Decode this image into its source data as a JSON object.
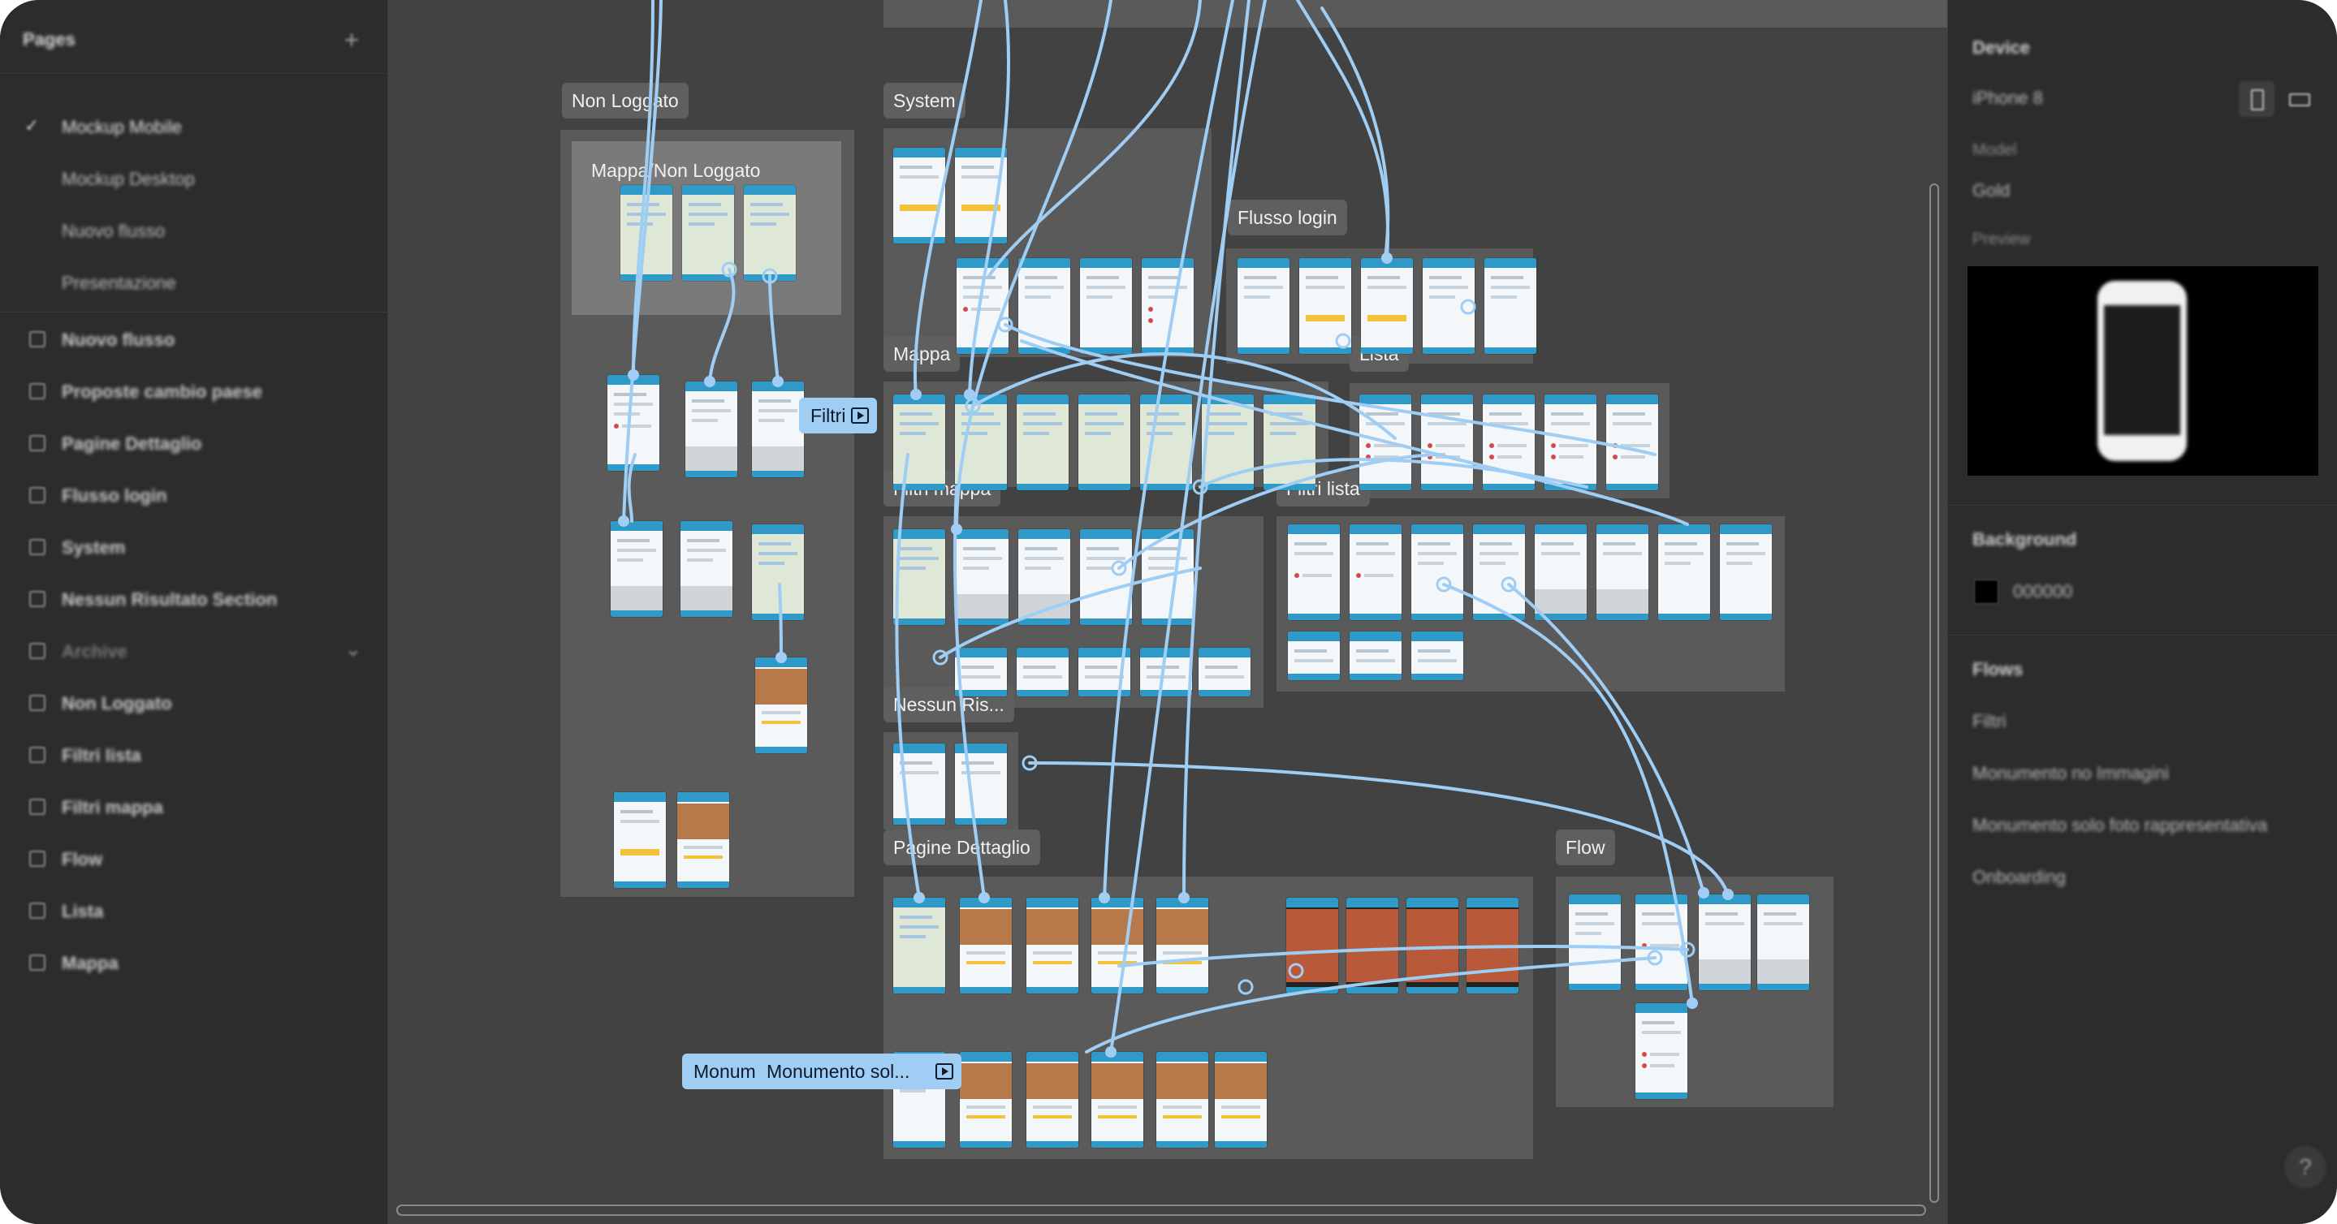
{
  "left_panel": {
    "title": "Pages",
    "pages": [
      {
        "label": "Mockup Mobile",
        "active": true
      },
      {
        "label": "Mockup Desktop",
        "active": false
      },
      {
        "label": "Nuovo flusso",
        "active": false
      },
      {
        "label": "Presentazione",
        "active": false
      }
    ],
    "layers": [
      {
        "label": "Nuovo flusso"
      },
      {
        "label": "Proposte cambio paese"
      },
      {
        "label": "Pagine Dettaglio"
      },
      {
        "label": "Flusso login"
      },
      {
        "label": "System"
      },
      {
        "label": "Nessun Risultato Section"
      },
      {
        "label": "Archive"
      },
      {
        "label": "Non Loggato"
      },
      {
        "label": "Filtri lista"
      },
      {
        "label": "Filtri mappa"
      },
      {
        "label": "Flow"
      },
      {
        "label": "Lista"
      },
      {
        "label": "Mappa"
      }
    ]
  },
  "canvas": {
    "sections": {
      "non_loggato": "Non Loggato",
      "mappa_non_loggato": "Mappa/Non Loggato",
      "system": "System",
      "flusso_login": "Flusso login",
      "mappa": "Mappa",
      "lista": "Lista",
      "filtri_mappa": "Filtri mappa",
      "filtri_lista": "Filtri lista",
      "nessun_risultato": "Nessun Ris...",
      "pagine_dettaglio": "Pagine Dettaglio",
      "flow": "Flow"
    },
    "flow_tags": {
      "filtri": "Filtri",
      "monumento_a": "Monum",
      "monumento_b": "Monumento sol..."
    }
  },
  "right_panel": {
    "device_title": "Device",
    "device_value": "iPhone 8",
    "model_title": "Model",
    "model_value": "Gold",
    "preview_title": "Preview",
    "background_title": "Background",
    "background_value": "000000",
    "flows_title": "Flows",
    "flows": [
      "Filtri",
      "Monumento no Immagini",
      "Monumento solo foto rappresentativa",
      "Onboarding"
    ],
    "help": "?"
  },
  "colors": {
    "canvas_bg": "#424242",
    "section_bg": "#5a5a5a",
    "connector": "#9fcdf3",
    "panel_bg": "#2c2c2c"
  }
}
